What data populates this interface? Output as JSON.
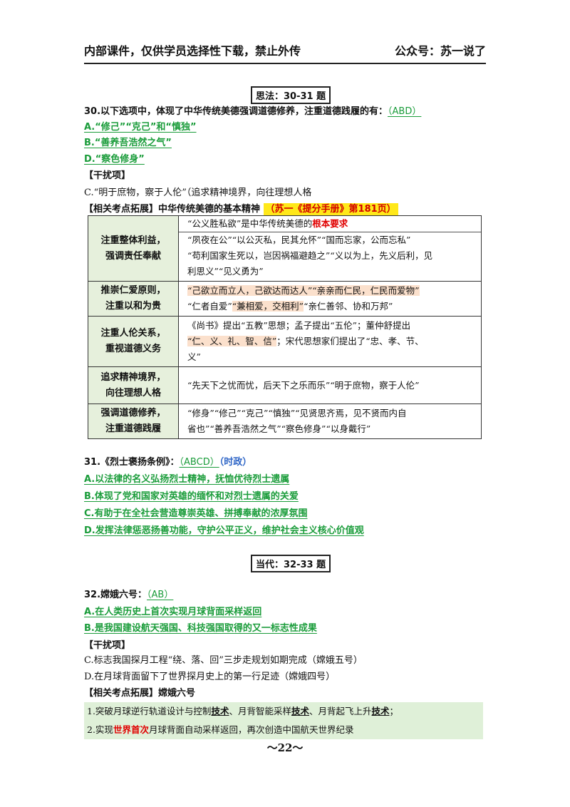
{
  "header": {
    "left": "内部课件，仅供学员选择性下载，禁止外传",
    "right": "公众号：苏一说了"
  },
  "section1": "思法：30-31 题",
  "q30": {
    "stem": "30.以下选项中，体现了中华传统美德强调道德修养，注重道德践履的有：",
    "answer": "（ABD）",
    "options": [
      "A.“修己”“克己”和“慎独”",
      "B.“善养吾浩然之气”",
      "D.“察色修身”"
    ],
    "distractor_title": "【干扰项】",
    "distractor": "C.“明于庶物，察于人伦”（追求精神境界，向往理想人格",
    "ext_title": "【相关考点拓展】中华传统美德的基本精神",
    "ext_tag": "（苏一《提分手册》第181页）"
  },
  "table": {
    "rows": [
      {
        "key1": "注重整体利益，",
        "key2": "强调责任奉献",
        "a_pre": "“公义胜私欲”是中华传统美德的",
        "a_red": "根本要求",
        "b": "“夙夜在公”“以公灭私，民其允怀”“国而忘家，公而忘私”",
        "c1": "“苟利国家生死以，岂因祸福避趋之”“义以为上，先义后利，见",
        "c2": "利思义”“见义勇为”"
      },
      {
        "key1": "推崇仁爱原则，",
        "key2": "注重以和为贵",
        "l1": "“己欲立而立人，己欲达而达人”“亲亲而仁民，仁民而爱物”",
        "l2a": "“仁者自爱”",
        "l2b": "“兼相爱，交相利”",
        "l2c": "“亲仁善邻、协和万邦”"
      },
      {
        "key1": "注重人伦关系，",
        "key2": "重视道德义务",
        "l1": "《尚书》提出“五教”思想；孟子提出“五伦”；董仲舒提出",
        "l2a": "“仁、义、礼、智、信”",
        "l2b": "；宋代思想家们提出了“忠、孝、节、",
        "l3": "义”"
      },
      {
        "key1": "追求精神境界，",
        "key2": "向往理想人格",
        "l1": "“先天下之忧而忧，后天下之乐而乐”“明于庶物，察于人伦”"
      },
      {
        "key1": "强调道德修养，",
        "key2": "注重道德践履",
        "l1": "“修身”“修己”“克己”“慎独”“见贤思齐焉，见不贤而内自",
        "l2": "省也”“善养吾浩然之气”“察色修身”“以身戴行”"
      }
    ]
  },
  "q31": {
    "stem": "31.《烈士褒扬条例》：",
    "answer": "（ABCD）",
    "tag": "（时政）",
    "options": [
      "A.以法律的名义弘扬烈士精神，抚恤优待烈士遗属",
      "B.体现了党和国家对英雄的缅怀和对烈士遗属的关爱",
      "C.有助于在全社会营造尊崇英雄、拼搏奉献的浓厚氛围",
      "D.发挥法律惩恶扬善功能，守护公平正义，维护社会主义核心价值观"
    ]
  },
  "section2": "当代：32-33 题",
  "q32": {
    "stem": "32.嫦娥六号：",
    "answer": "（AB）",
    "options": [
      "A.在人类历史上首次实现月球背面采样返回",
      "B.是我国建设航天强国、科技强国取得的又一标志性成果"
    ],
    "distractor_title": "【干扰项】",
    "distractors": [
      "C.标志我国探月工程“绕、落、回”三步走规划如期完成（嫦娥五号）",
      "D.在月球背面留下了世界探月史上的第一行足迹（嫦娥四号）"
    ],
    "ext_title": "【相关考点拓展】嫦娥六号",
    "ext": {
      "l1a": "1.突破月球逆行轨道设计与控制",
      "t1": "技术",
      "l1b": "、月背智能采样",
      "t2": "技术",
      "l1c": "、月背起飞上升",
      "t3": "技术",
      "l1d": "；",
      "l2a": "2.实现",
      "l2red": "世界首次",
      "l2b": "月球背面自动采样返回，再次创造中国航天世界纪录"
    }
  },
  "page_number": "～22～"
}
